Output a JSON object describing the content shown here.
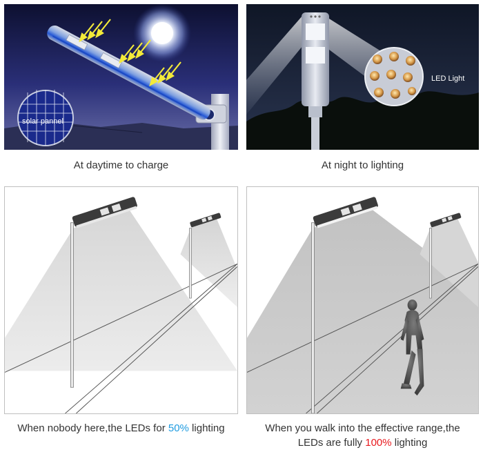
{
  "panels": {
    "daytime": {
      "caption": "At daytime to charge",
      "inset_label": "solar pannel"
    },
    "night": {
      "caption": "At night to lighting",
      "inset_label": "LED Light"
    },
    "nobody": {
      "caption_before": "When nobody here,the LEDs for ",
      "caption_highlight": "50%",
      "caption_after": " lighting",
      "highlight_color": "#1e9be0"
    },
    "walk": {
      "caption_line1": "When you walk into the effective range,the",
      "caption_before": "LEDs are fully ",
      "caption_highlight": "100%",
      "caption_after": " lighting",
      "highlight_color": "#e8191e"
    }
  }
}
